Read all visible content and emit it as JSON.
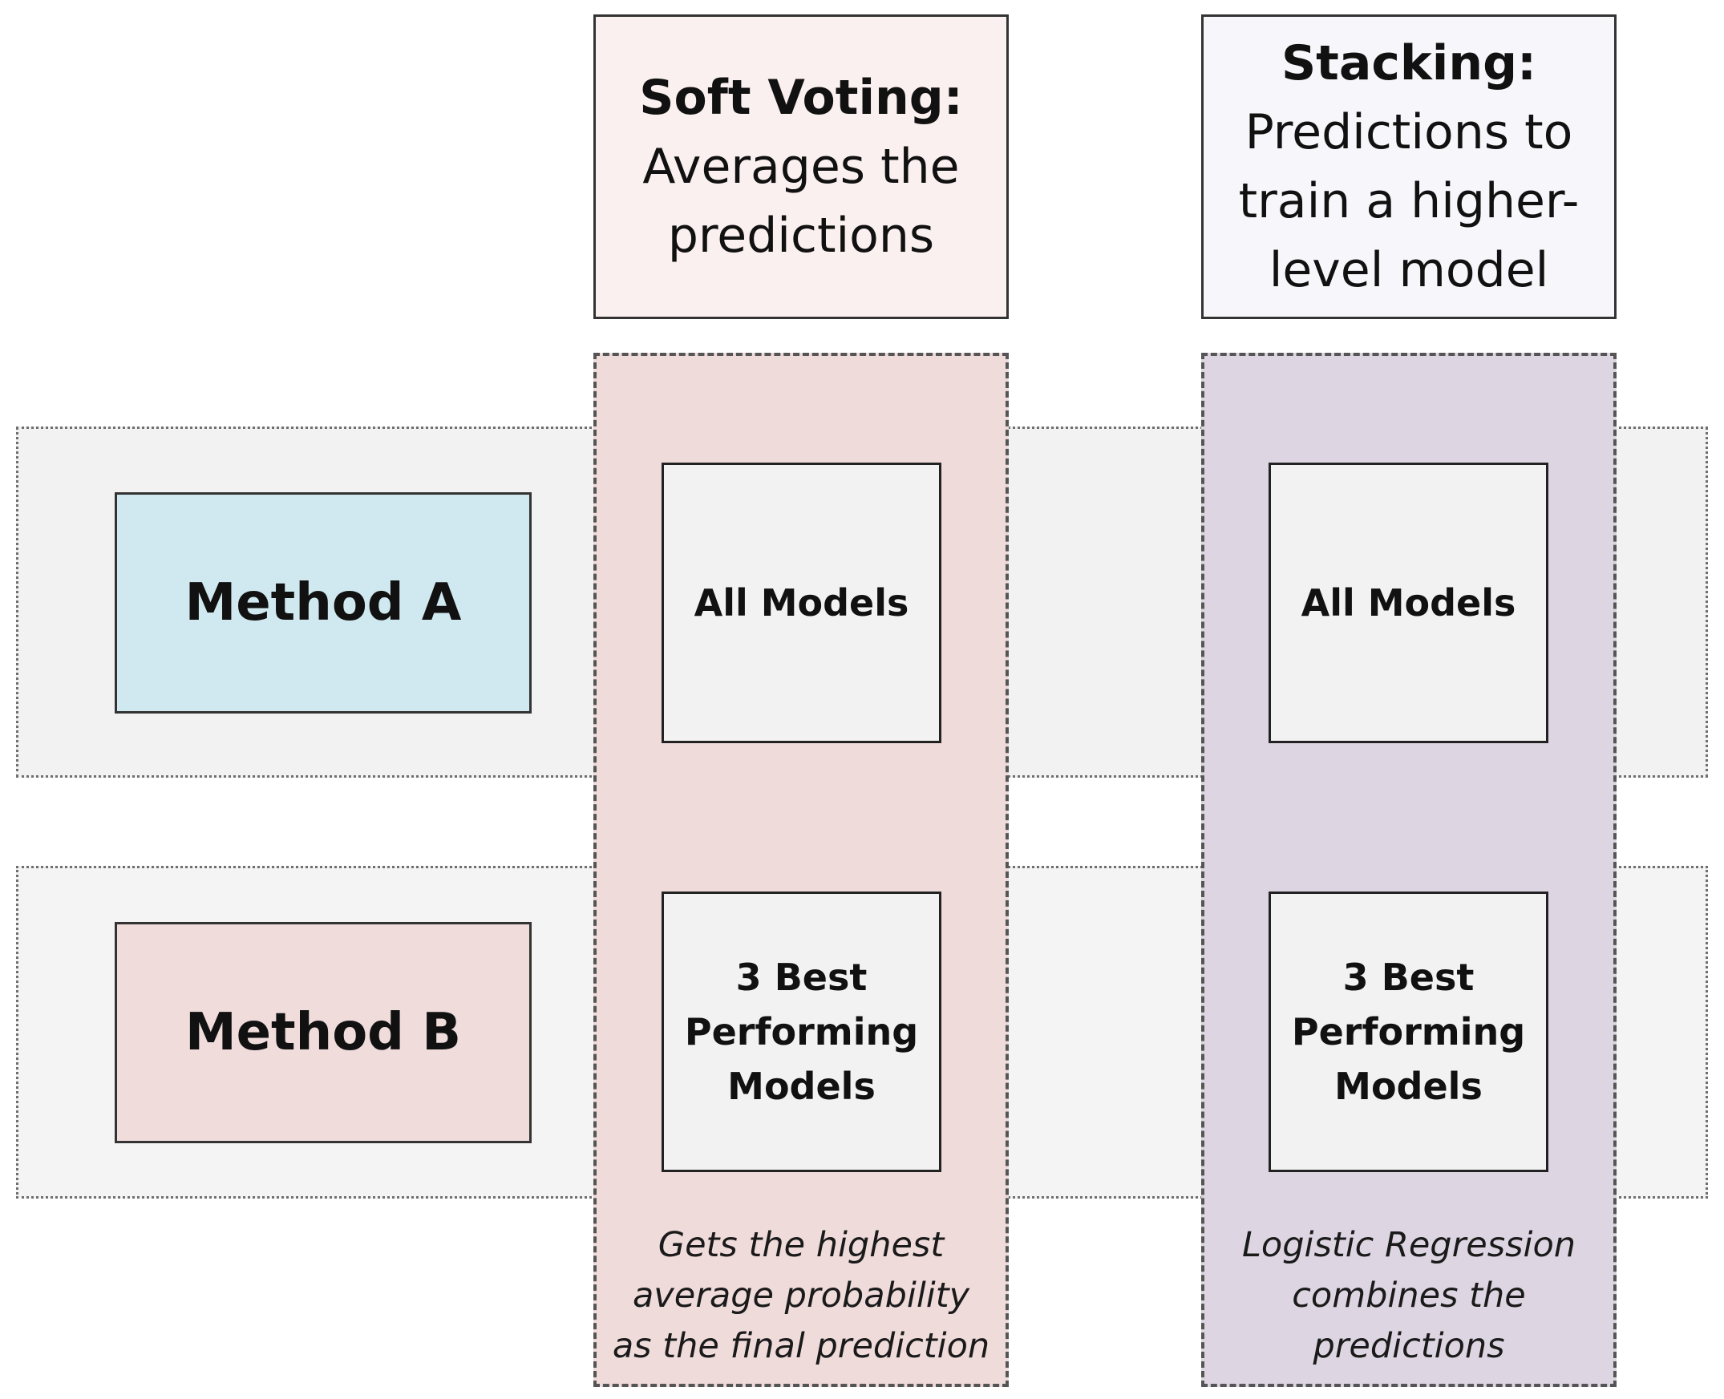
{
  "colors": {
    "row_band_bg": "#f2f2f2",
    "soft_voting_header_bg": "#faf0ef",
    "stacking_header_bg": "#f7f7fb",
    "soft_voting_col_bg": "#f0dbdb",
    "stacking_col_bg": "#ddd5e2",
    "method_a_bg": "#d0e8ef",
    "method_b_bg": "#efdcdb",
    "model_box_bg": "#f2f2f2"
  },
  "headers": {
    "soft_voting": {
      "title": "Soft Voting:",
      "line1": "Averages the",
      "line2": "predictions"
    },
    "stacking": {
      "title": "Stacking:",
      "line1": "Predictions to",
      "line2": "train a higher-",
      "line3": "level model"
    }
  },
  "rows": {
    "method_a": {
      "label": "Method A"
    },
    "method_b": {
      "label": "Method B"
    }
  },
  "models": {
    "all_models": "All Models",
    "best_line1": "3 Best",
    "best_line2": "Performing",
    "best_line3": "Models"
  },
  "notes": {
    "soft_voting": {
      "line1": "Gets the highest",
      "line2": "average probability",
      "line3": "as the final prediction"
    },
    "stacking": {
      "line1": "Logistic Regression",
      "line2": "combines the",
      "line3": "predictions"
    }
  }
}
